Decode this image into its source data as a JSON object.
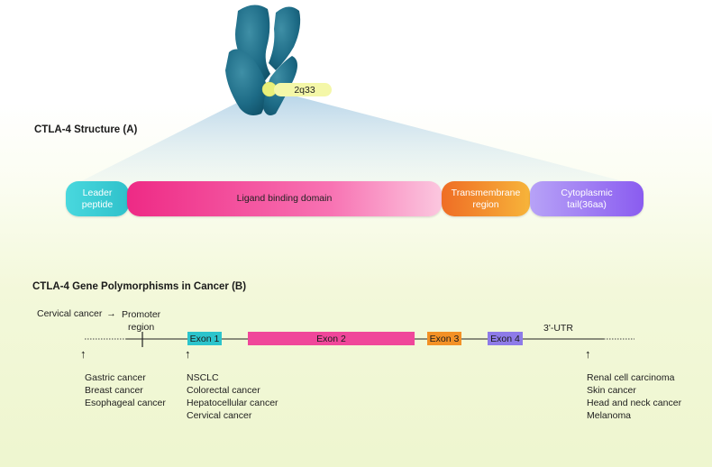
{
  "chromosome": {
    "locus": "2q33"
  },
  "structure": {
    "title": "CTLA-4 Structure (A)",
    "domains": [
      {
        "line1": "Leader",
        "line2": "peptide",
        "color": "#3fd0d8"
      },
      {
        "line1": "Ligand binding domain",
        "line2": "",
        "color": "#f0368f"
      },
      {
        "line1": "Transmembrane",
        "line2": "region",
        "color": "#f38a24"
      },
      {
        "line1": "Cytoplasmic",
        "line2": "tail(36aa)",
        "color": "#9a72f0"
      }
    ]
  },
  "gene": {
    "title": "CTLA-4 Gene Polymorphisms in Cancer (B)",
    "cervical_label": "Cervical cancer",
    "arrow_glyph": "→",
    "promoter_line1": "Promoter",
    "promoter_line2": "region",
    "utr_label": "3'-UTR",
    "up_arrow_glyph": "↑",
    "exons": [
      {
        "label": "Exon 1",
        "color": "#2cc4cc"
      },
      {
        "label": "Exon 2",
        "color": "#f0479a"
      },
      {
        "label": "Exon 3",
        "color": "#f39126"
      },
      {
        "label": "Exon 4",
        "color": "#8e7be8"
      }
    ],
    "cancer_groups": [
      {
        "items": [
          "Gastric cancer",
          "Breast cancer",
          "Esophageal cancer"
        ]
      },
      {
        "items": [
          "NSCLC",
          "Colorectal cancer",
          "Hepatocellular cancer",
          "Cervical cancer"
        ]
      },
      {
        "items": [
          "Renal cell carcinoma",
          "Skin cancer",
          "Head and neck cancer",
          "Melanoma"
        ]
      }
    ]
  }
}
